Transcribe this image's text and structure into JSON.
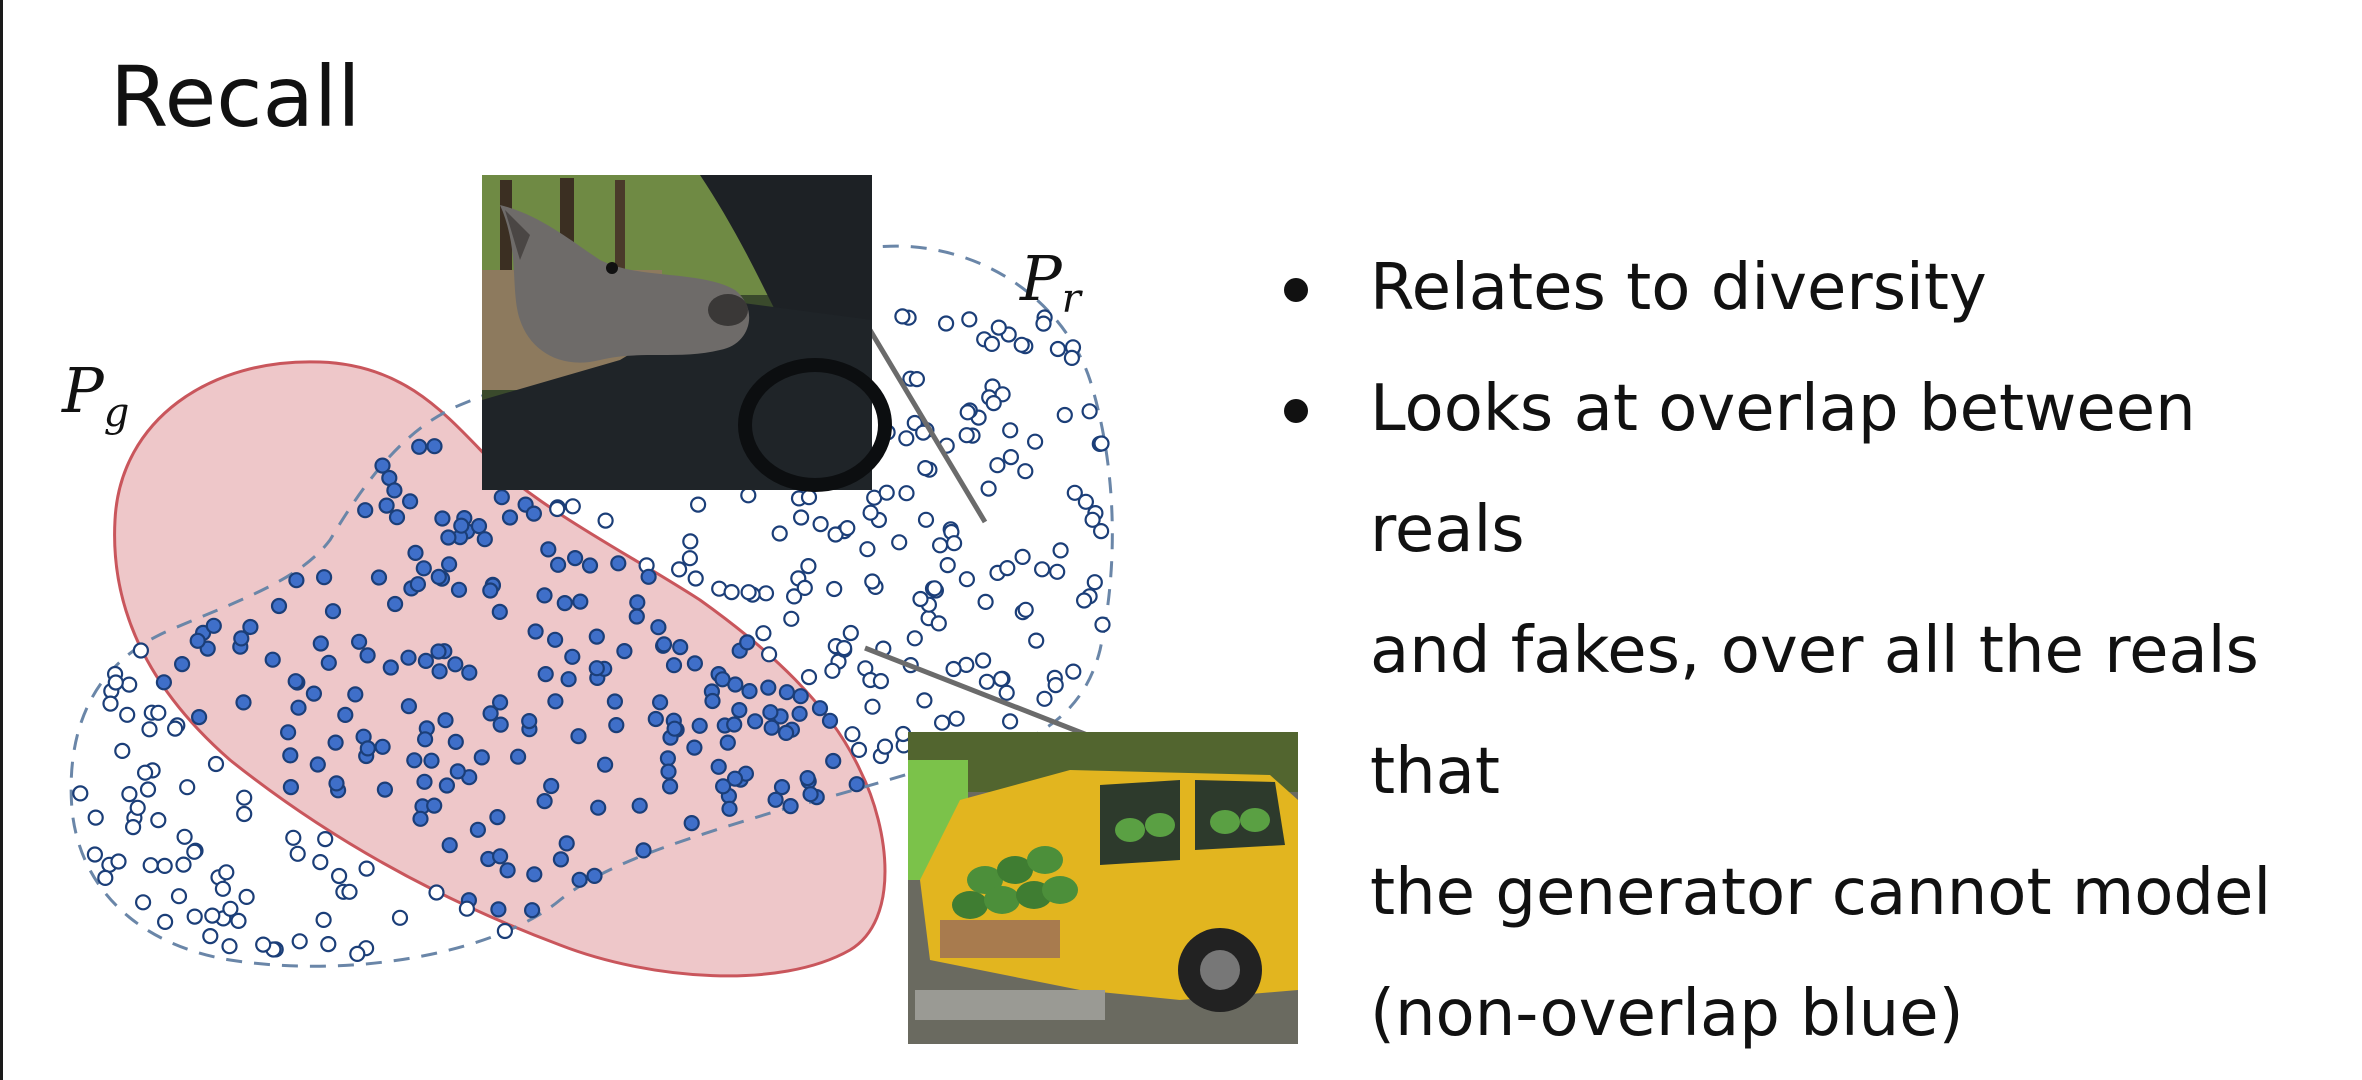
{
  "title": "Recall",
  "diagram": {
    "pr_label": "P",
    "pr_sub": "r",
    "pg_label": "P",
    "pg_sub": "g",
    "photo_top": "donkey-in-car-photo",
    "photo_bottom": "watermelon-car-photo",
    "colors": {
      "pg_fill": "#eec7c9",
      "pg_stroke": "#c9565c",
      "pr_stroke": "#6a86a8",
      "point_fill": "#3f6fc9",
      "point_stroke": "#1b3e78"
    }
  },
  "bullets": [
    {
      "text": "Relates to diversity"
    },
    {
      "lines": [
        "Looks at overlap between reals",
        "and fakes, over all the reals that",
        "the generator cannot model",
        "(non-overlap blue)"
      ]
    }
  ]
}
